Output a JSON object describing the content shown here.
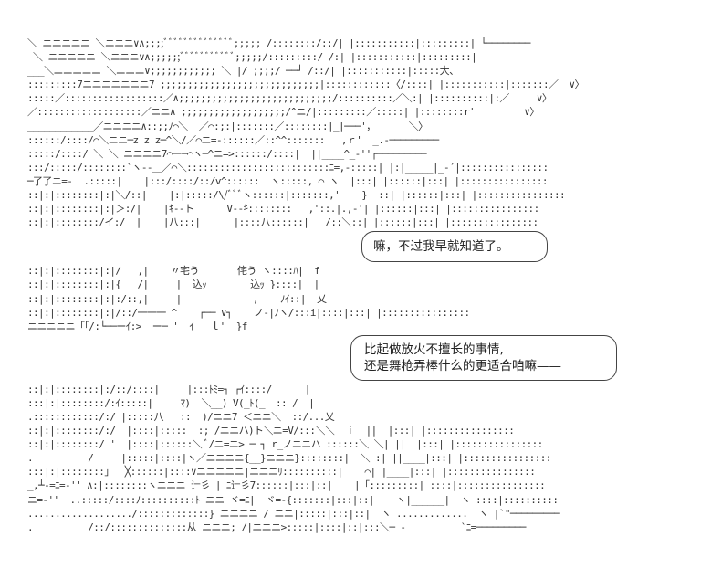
{
  "art_lines": [
    "＼ ニニニニニ ＼ニニニ∨∧;;;;ﾞﾞﾞﾞﾞﾞﾞﾞﾞﾞﾞﾞﾞﾞ;;;;; /::::::::/::/| |:::::::::::|:::::::::| └────────",
    " ＼ ニニニニニ ＼ニニニ∨∧;;;;;;ﾞﾞﾞﾞﾞﾞﾞﾞﾞﾞﾞ;;;;;/:::::::::/ /:| |:::::::::::|:::::::::|",
    "___＼ニニニニニ ＼ニニニ∨;;;;;;;;;;;; ＼ |/ ;;;;/ ──┘ /::/| |:::::::::::|:::::大、",
    ":::::::::7ニニニニニニニ7 ;;;;;;;;;;;;;;;;;;;;;;;;;;;;;|::::::::::::〈/::::| |:::::::::::|:::::::／  ∨〉",
    ":::::／::::::::::::::::::／∧;;;;;;;;;;;;;;;;;;;;;;;;;;;;/::::::::::／＼:| |::::::::::|:／     ∨〉",
    "／:::::::::::::::::::／ニニ∧ ;;;;;;;;;;;;;;;;;;;/^ニ/|:::::::::／:::::| |::::::::r'         ∨〉",
    "____________／ニニニニ∧::;;ﾉ⌒＼  ／⌒:;:|:::::::／::::::::|_|───'，      ＼〉",
    "::::::/::::/⌒＼ニニ─z z z─^＼/／⌒ニ=-::::::／::^^:::::::   ,ｒ'  _.-─────────",
    ":::::/::::/ ＼ ＼ ニニニニ7⌒ー─⌒ヽ─^ニ=>::::::/::::|  ||____^_-''┌─────────",
    ":::/:::::/::::::::`ヽ--＿／⌒＼::::::::::::::::::::::::::ﾆ=,-:::::| |:|_____|_-´|::::::::::::::::",
    "─了了ニ=-  .:::::|    |:::/::::/::/v^::::::  ヽ:::::, ⌒ ヽ  |:::| |::::::|:::| |::::::::::::::::",
    "::|:|::::::::|:|＼/::|    |:|:::::/\\/ﾞﾞﾞヽ::::::|:::::::,'    }  ::| |::::::|:::| |::::::::::::::::",
    "::|:|::::::::|:|＞:/|    |ｷ--ト      V--ｷ::::::::   ,'::.|.,-'| |::::::|:::| |::::::::::::::::",
    "::|:|::::::::/イ:/  |    |八:::|      |::::八::::::|   /::＼::| |::::::|:::| |::::::::::::::::",
    "::|:|::::::::|:|/   ,|    〃宅う       侘う ヽ::::ﾊ|  f",
    "::|:|::::::::|:|{   /|     |  込ｯ        込ｯ }::::|  |",
    "::|:|::::::::|:|:/::,|     |             ,    ﾉｲ::|  乂",
    "::|:|::::::::|:|/::/一一一 ^    ┌── ∨┐    ノ-|ﾉヽ/:::i|::::|:::| |::::::::::::::::",
    "ニニニニニ「「/:└──ーｲ:>  ー─ '  ｲ   ｌ'  }f",
    "::|:|::::::::|:/::/::::|     |:::ﾄﾐ=┐ ┌ｲ::::/      |",
    ":::|:|::::::::/:ｲ:::::|     ﾏ)  ＼__) V(_ﾄ(_  :: /  |",
    ".::::::::::::/:/ |:::::八   ::  )/ニニ7 ＜ニニ＼  ::/...乂",
    "::|:|::::::::/:/  |::::|:::::  :; /ニニハ)ト＼ニ=V/:::＼＼  ｉ  ||  |:::| |::::::::::::::::",
    "::|:|::::::::/ '  |::::|::::::＼ ﾞ/ニ=ニ> ─ ┐ r_ノニニハ ::::::＼ ＼| ||  |:::| |::::::::::::::::",
    ".          /     |:::::|::::|ヽ／ニニニニ{__}ニニニ}::::::::|  ＼ :| ||____|:::| |::::::::::::::::",
    ":::|:|::::::::」  ╳::::::|::::∨ニニニニニ|ニニニﾘ::::::::::|    ⌒| |____|:::| |::::::::::::::::",
    "_,┴-=ﾆ=-'' ∧:|::::::::ヽニニニ 辷彡 | ﾆ辷彡7::::::|:::|::|    |「:::::::::| ::::|::::::::::::::::",
    "ニ=-''  ..:::::/::::ﾉ::::::::::ﾄ ニニ ヾ=ﾆ|  ヾ=-{:::::::|:::|::|    ヽ|______|  ヽ ::::|::::::::::",
    ".................../:::::::::::::} ニニニニ / ニニ|:::::|:::|::|  ヽ .............  ヽ |`\"─────────",
    ".          /::/::::::::::::::从 ニニニ; /|ニニニ>:::::|::::|::|:::＼─ -          `ﾆ=─────────"
  ],
  "bubbles": {
    "first": "嘛，不过我早就知道了。",
    "second_line1": "比起做放火不擅长的事情,",
    "second_line2": "还是舞枪弄棒什么的更适合咱嘛——"
  }
}
